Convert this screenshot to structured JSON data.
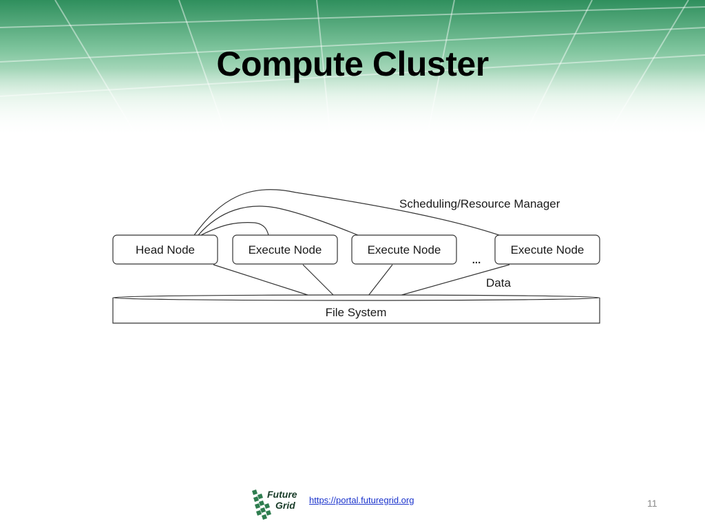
{
  "slide": {
    "title": "Compute Cluster",
    "page_number": "11"
  },
  "diagram": {
    "manager_label": "Scheduling/Resource Manager",
    "data_label": "Data",
    "ellipsis": "...",
    "nodes": [
      {
        "label": "Head Node"
      },
      {
        "label": "Execute Node"
      },
      {
        "label": "Execute Node"
      },
      {
        "label": "Execute Node"
      }
    ],
    "file_system_label": "File System"
  },
  "footer": {
    "logo_line1": "Future",
    "logo_line2": "Grid",
    "link": "https://portal.futuregrid.org"
  },
  "colors": {
    "header_green": "#2e9a63",
    "link_blue": "#1a33cc"
  }
}
